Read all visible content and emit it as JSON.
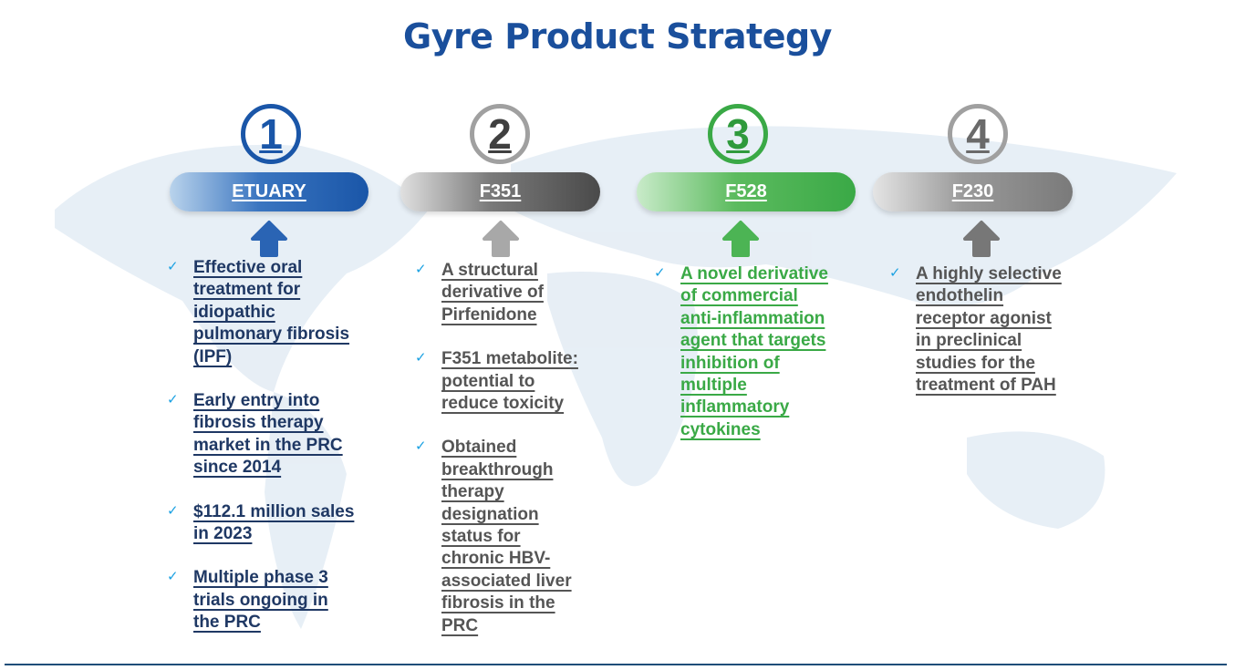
{
  "title": "Gyre Product Strategy",
  "colors": {
    "blue": "#1a56a8",
    "navy": "#1f3864",
    "gray": "#555555",
    "green": "#3aa946",
    "lightgray": "#8a8a8a"
  },
  "products": [
    {
      "number": "1",
      "name": "ETUARY",
      "bullets": [
        "Effective oral\ntreatment for\nidiopathic\npulmonary fibrosis\n(IPF)",
        "Early entry into\nfibrosis therapy\nmarket in the PRC\nsince 2014",
        "$112.1 million sales\nin 2023",
        "Multiple phase 3\ntrials ongoing in\nthe PRC"
      ]
    },
    {
      "number": "2",
      "name": "F351",
      "bullets": [
        "A structural\nderivative of\nPirfenidone",
        "F351 metabolite:\npotential to\nreduce toxicity",
        "Obtained\nbreakthrough\ntherapy\ndesignation\nstatus for\nchronic HBV-\nassociated liver\nfibrosis in the\nPRC"
      ]
    },
    {
      "number": "3",
      "name": "F528",
      "bullets": [
        "A novel derivative\nof commercial\nanti-inflammation\nagent that targets\ninhibition of\nmultiple\ninflammatory\ncytokines"
      ]
    },
    {
      "number": "4",
      "name": "F230",
      "bullets": [
        "A highly selective\nendothelin\nreceptor agonist\nin preclinical\nstudies for the\ntreatment of PAH"
      ]
    }
  ],
  "check_icon": "✓"
}
